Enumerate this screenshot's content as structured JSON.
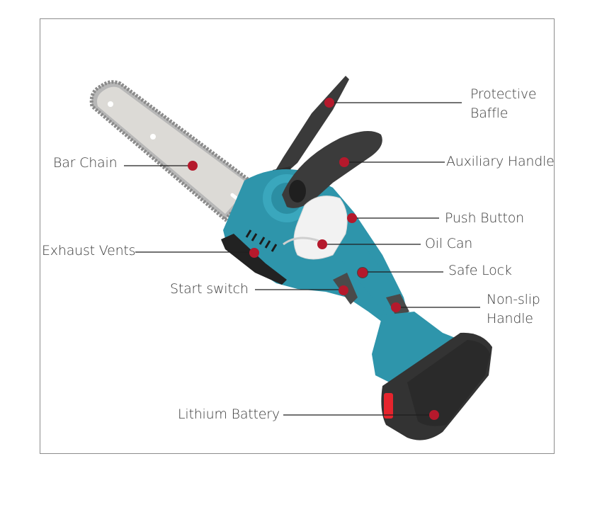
{
  "diagram": {
    "subject": "Cordless mini chainsaw",
    "accent_dot_color": "#b5192c",
    "body_color": "#2e95ab",
    "labels": [
      {
        "id": "protective-baffle",
        "line1": "Protective",
        "line2": "Baffle"
      },
      {
        "id": "bar-chain",
        "line1": "Bar Chain"
      },
      {
        "id": "auxiliary-handle",
        "line1": "Auxiliary Handle"
      },
      {
        "id": "push-button",
        "line1": "Push Button"
      },
      {
        "id": "exhaust-vents",
        "line1": "Exhaust Vents"
      },
      {
        "id": "oil-can",
        "line1": "Oil Can"
      },
      {
        "id": "safe-lock",
        "line1": "Safe Lock"
      },
      {
        "id": "start-switch",
        "line1": "Start switch"
      },
      {
        "id": "non-slip-handle",
        "line1": "Non-slip",
        "line2": "Handle"
      },
      {
        "id": "lithium-battery",
        "line1": "Lithium Battery"
      }
    ]
  }
}
